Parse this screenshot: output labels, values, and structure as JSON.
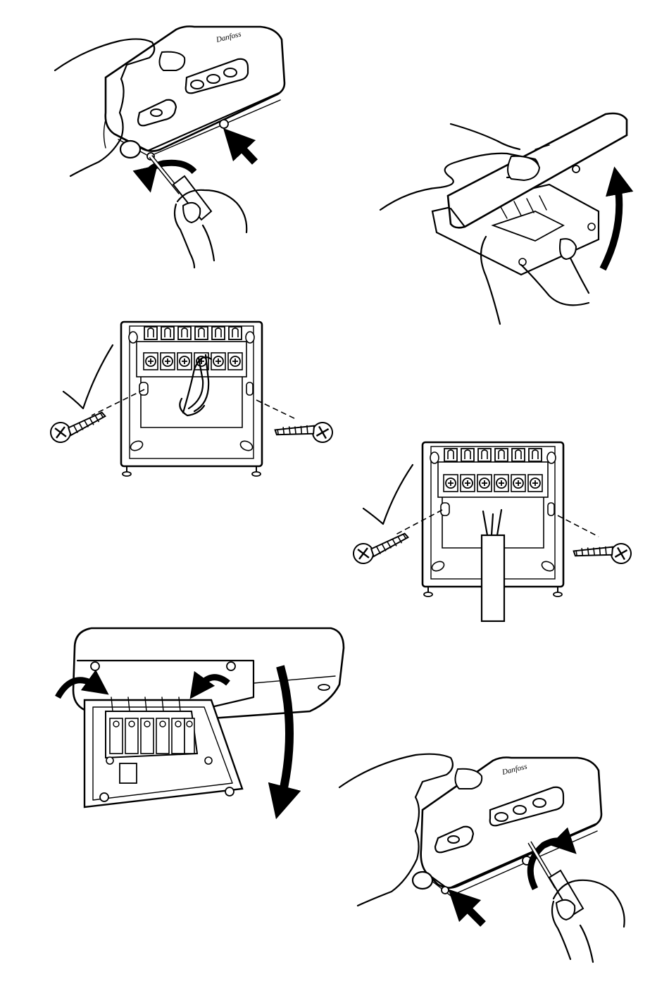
{
  "brand": {
    "logo_text": "Danfoss"
  },
  "colors": {
    "ink": "#000000",
    "paper": "#ffffff"
  },
  "panels": [
    {
      "id": "panel-1",
      "icons": [
        "hand-icon",
        "screwdriver-icon",
        "rotate-arrow-icon",
        "push-arrow-icon"
      ]
    },
    {
      "id": "panel-2",
      "icons": [
        "hand-icon",
        "lift-arrow-icon"
      ]
    },
    {
      "id": "panel-3",
      "icons": [
        "checkmark-icon",
        "screw-icon",
        "screw-icon"
      ]
    },
    {
      "id": "panel-4",
      "icons": [
        "checkmark-icon",
        "screw-icon",
        "screw-icon",
        "cable-icon"
      ]
    },
    {
      "id": "panel-5",
      "icons": [
        "hinge-arrow-icon",
        "hinge-arrow-icon",
        "close-arrow-icon"
      ]
    },
    {
      "id": "panel-6",
      "icons": [
        "hand-icon",
        "screwdriver-icon",
        "rotate-arrow-icon",
        "push-arrow-icon"
      ]
    }
  ]
}
